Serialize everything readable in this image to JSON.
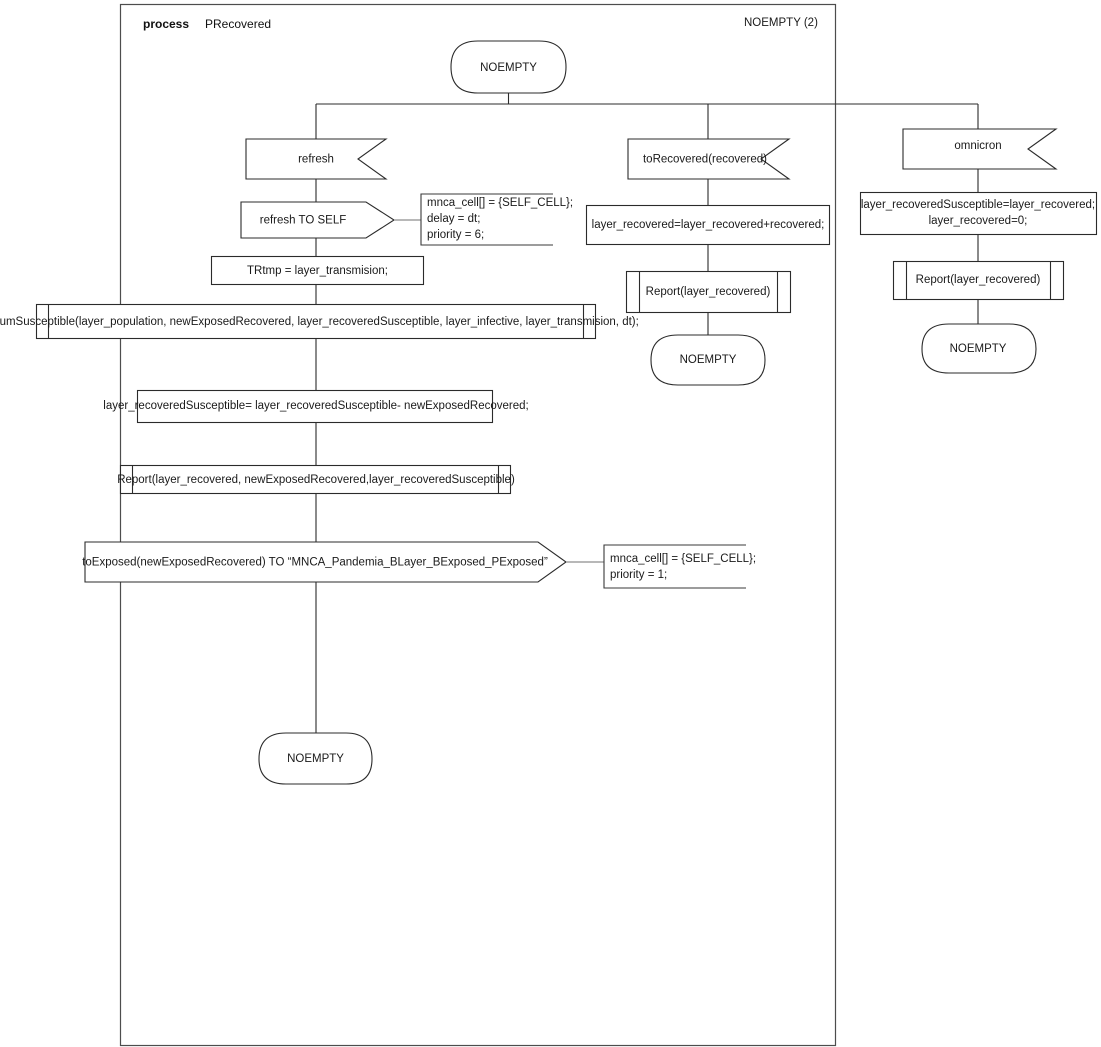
{
  "diagram": {
    "kind": "sdl-process-diagram",
    "header": {
      "keyword": "process",
      "name": "PRecovered",
      "state_ref": "NOEMPTY (2)"
    },
    "colors": {
      "line": "#2b2b2b",
      "line_gray": "#808080",
      "frame": "#4d4d4d",
      "text": "#1a1a1a",
      "background": "#ffffff"
    },
    "start_state": {
      "label": "NOEMPTY"
    },
    "branches": [
      {
        "id": "refresh-branch",
        "input": {
          "label": "refresh"
        },
        "output": {
          "label": "refresh TO SELF"
        },
        "output_comment": {
          "lines": [
            "mnca_cell[] = {SELF_CELL};",
            "delay = dt;",
            "priority = 6;"
          ]
        },
        "task1": {
          "label": "TRtmp  = layer_transmision;"
        },
        "proc1": {
          "label": "numSusceptible(layer_population, newExposedRecovered, layer_recoveredSusceptible, layer_infective, layer_transmision, dt);"
        },
        "task2": {
          "label": "layer_recoveredSusceptible= layer_recoveredSusceptible- newExposedRecovered;"
        },
        "proc2": {
          "label": "Report(layer_recovered, newExposedRecovered,layer_recoveredSusceptible)"
        },
        "output2": {
          "label": "toExposed(newExposedRecovered) TO “MNCA_Pandemia_BLayer_BExposed_PExposed”"
        },
        "output2_comment": {
          "lines": [
            "mnca_cell[] = {SELF_CELL};",
            "priority = 1;"
          ]
        },
        "next_state": {
          "label": "NOEMPTY"
        }
      },
      {
        "id": "torecovered-branch",
        "input": {
          "label": "toRecovered(recovered)"
        },
        "task1": {
          "label": "layer_recovered=layer_recovered+recovered;"
        },
        "proc1": {
          "label": "Report(layer_recovered)"
        },
        "next_state": {
          "label": "NOEMPTY"
        }
      },
      {
        "id": "omnicron-branch",
        "input": {
          "label": "omnicron"
        },
        "task1": {
          "lines": [
            "layer_recoveredSusceptible=layer_recovered;",
            "layer_recovered=0;"
          ]
        },
        "proc1": {
          "label": "Report(layer_recovered)"
        },
        "next_state": {
          "label": "NOEMPTY"
        }
      }
    ]
  }
}
